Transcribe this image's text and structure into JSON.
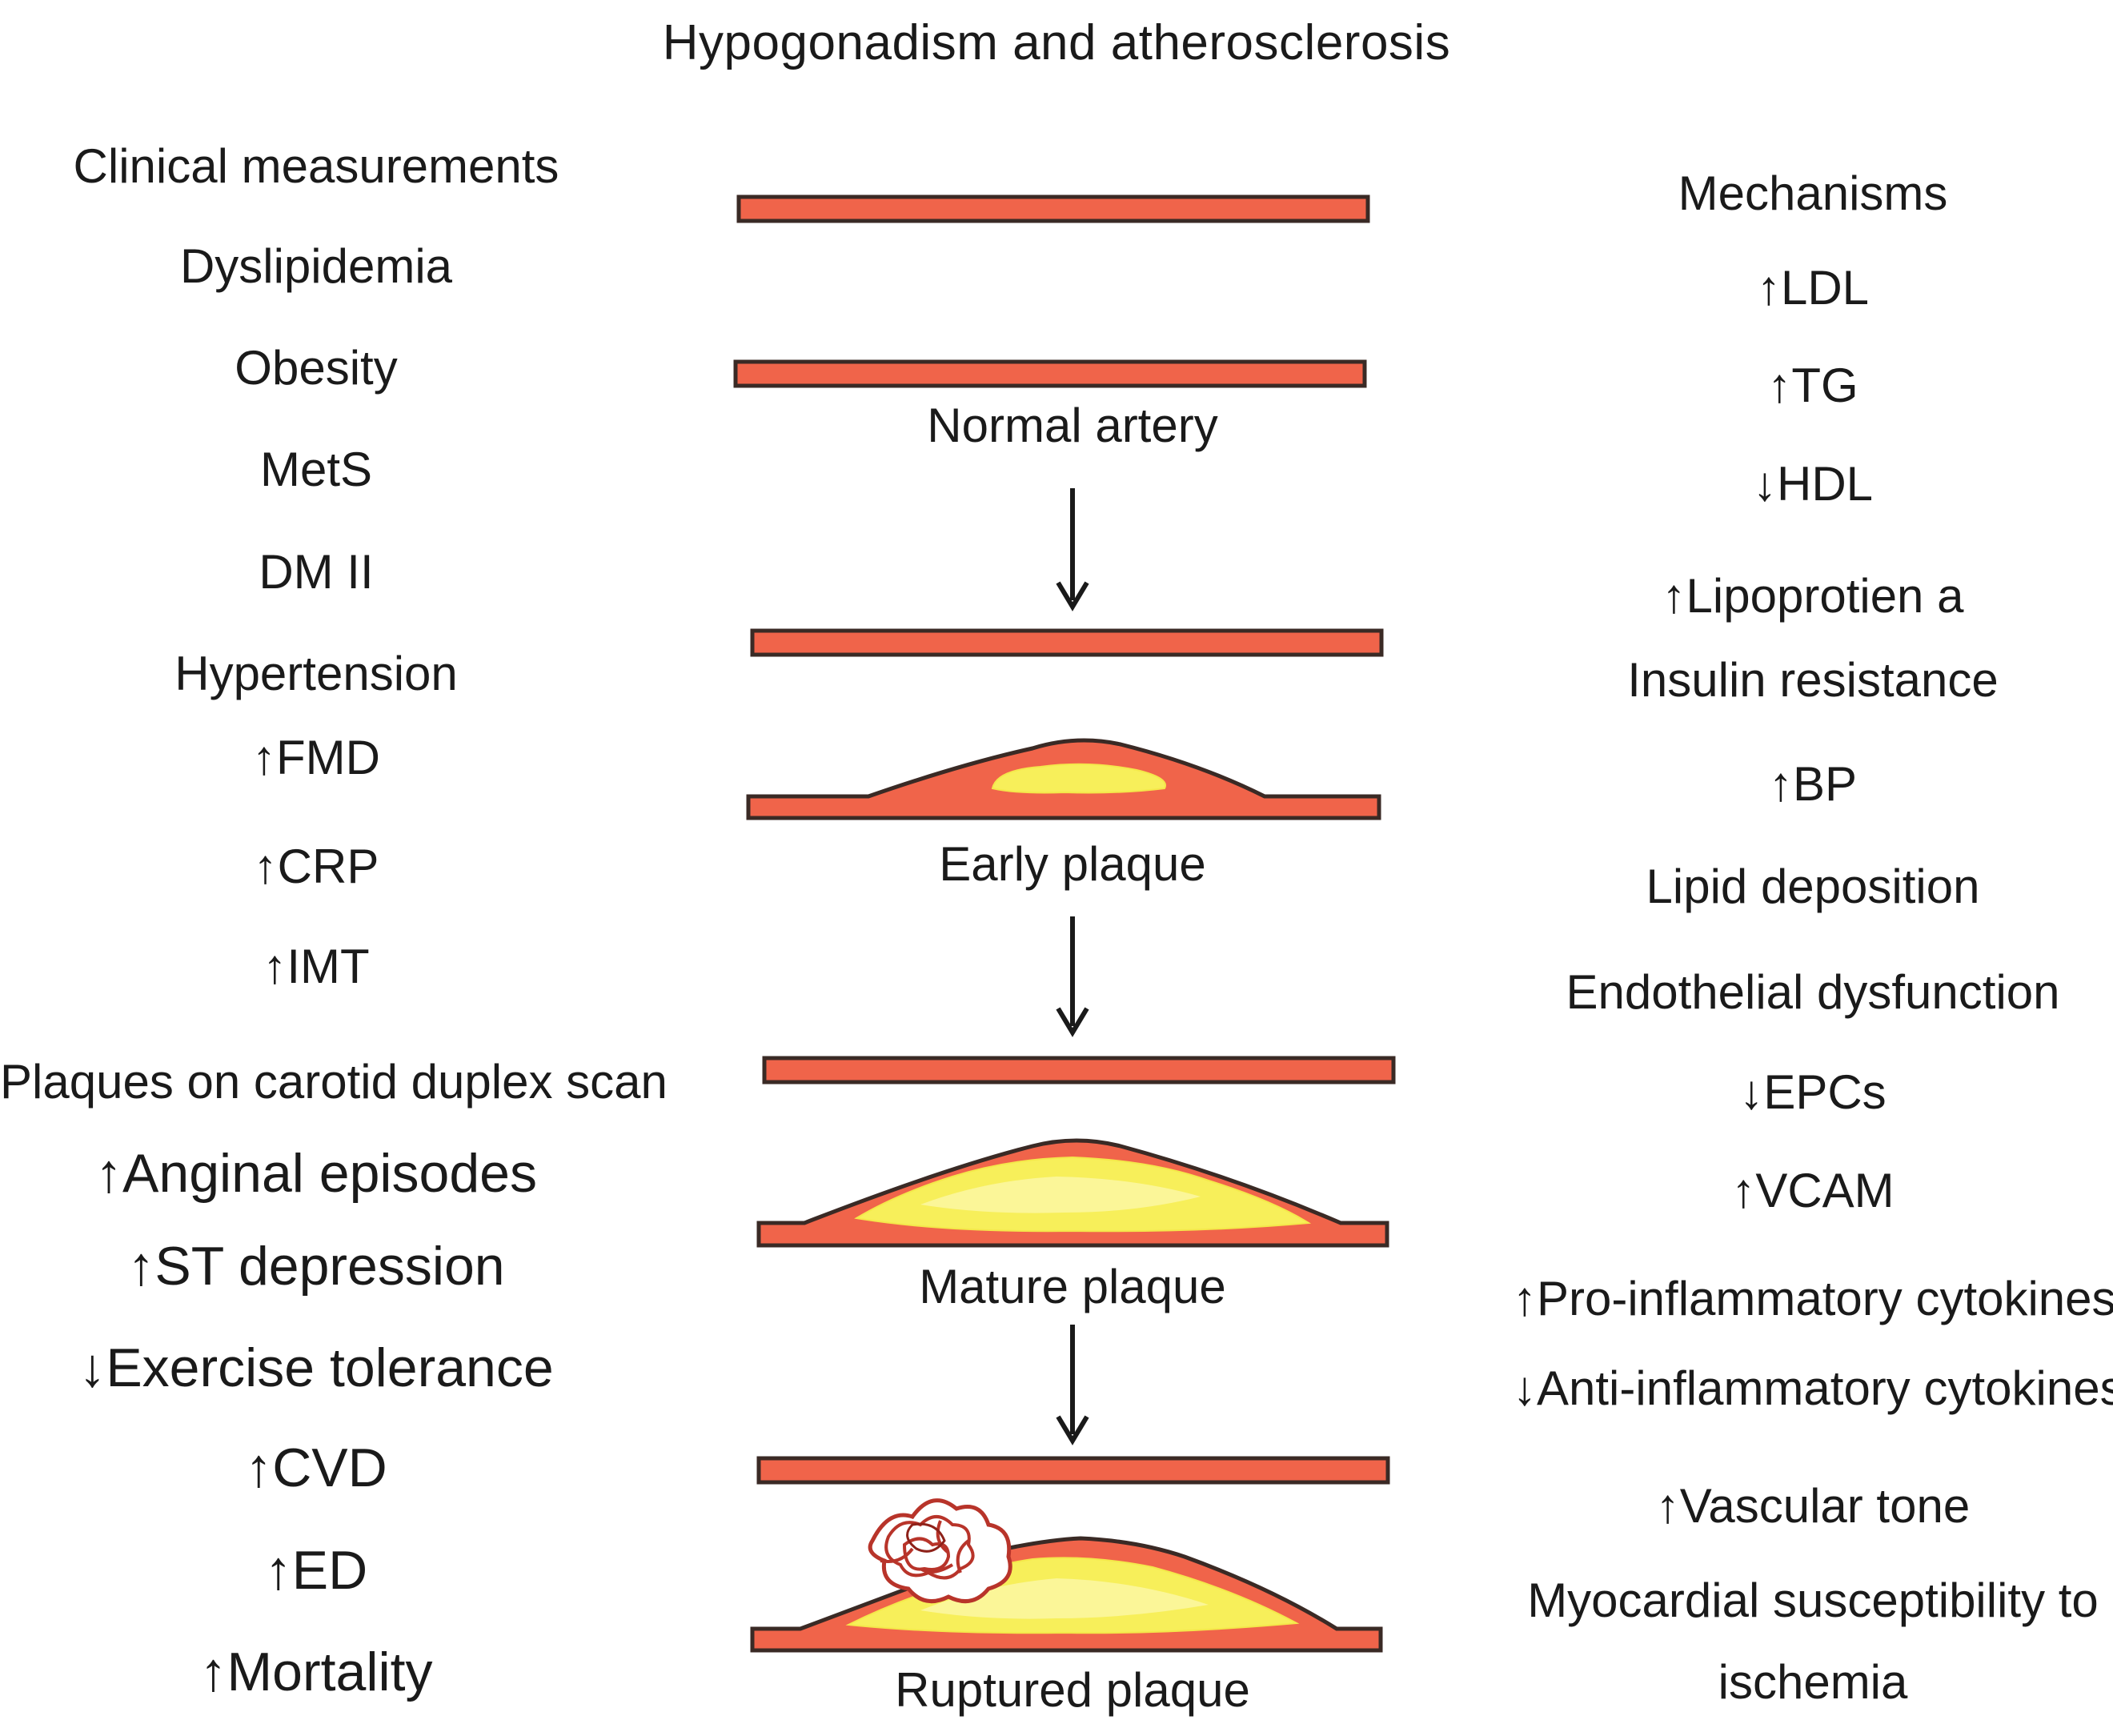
{
  "title": "Hypogonadism and atherosclerosis",
  "left": {
    "heading": "Clinical measurements",
    "items": [
      "Dyslipidemia",
      "Obesity",
      "MetS",
      "DM II",
      "Hypertension",
      "↑FMD",
      "↑CRP",
      "↑IMT",
      "Plaques on carotid duplex scan",
      "↑Anginal episodes",
      "↑ST depression",
      "↓Exercise tolerance",
      "↑CVD",
      "↑ED",
      "↑Mortality"
    ]
  },
  "center": {
    "stages": [
      "Normal artery",
      "Early plaque",
      "Mature plaque",
      "Ruptured plaque"
    ]
  },
  "right": {
    "heading": "Mechanisms",
    "items": [
      "↑LDL",
      "↑TG",
      "↓HDL",
      "↑Lipoprotien a",
      "Insulin resistance",
      "↑BP",
      "Lipid deposition",
      "Endothelial dysfunction",
      "↓EPCs",
      "↑VCAM",
      "↑Pro-inflammatory cytokines",
      "↓Anti-inflammatory cytokines",
      "↑Vascular tone",
      "Myocardial susceptibility to",
      "ischemia"
    ]
  },
  "colors": {
    "wall": "#f0644a",
    "wall_stroke": "#3a2a25",
    "lipid": "#f7ef5a",
    "lipid_light": "#fbf7a8",
    "thrombus": "#b8342a",
    "arrow": "#1a1a1a"
  }
}
